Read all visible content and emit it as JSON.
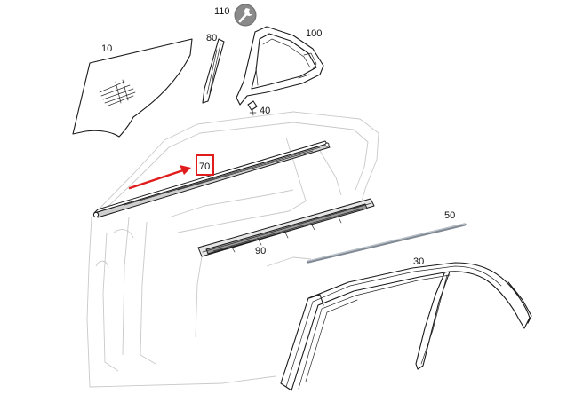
{
  "labels": {
    "p10": "10",
    "p30": "30",
    "p40": "40",
    "p50": "50",
    "p70": "70",
    "p80": "80",
    "p90": "90",
    "p100": "100",
    "p110": "110"
  },
  "highlight": {
    "part": "70",
    "color": "#e01b1b"
  },
  "icons": {
    "tool": "wrench-icon"
  },
  "colors": {
    "line": "#1a1a1a",
    "ghost": "#c9c9c9",
    "seal_fill": "#cfcfcf",
    "strip_fill": "#b8c0c8",
    "tool_badge": "#8a8a8a"
  }
}
